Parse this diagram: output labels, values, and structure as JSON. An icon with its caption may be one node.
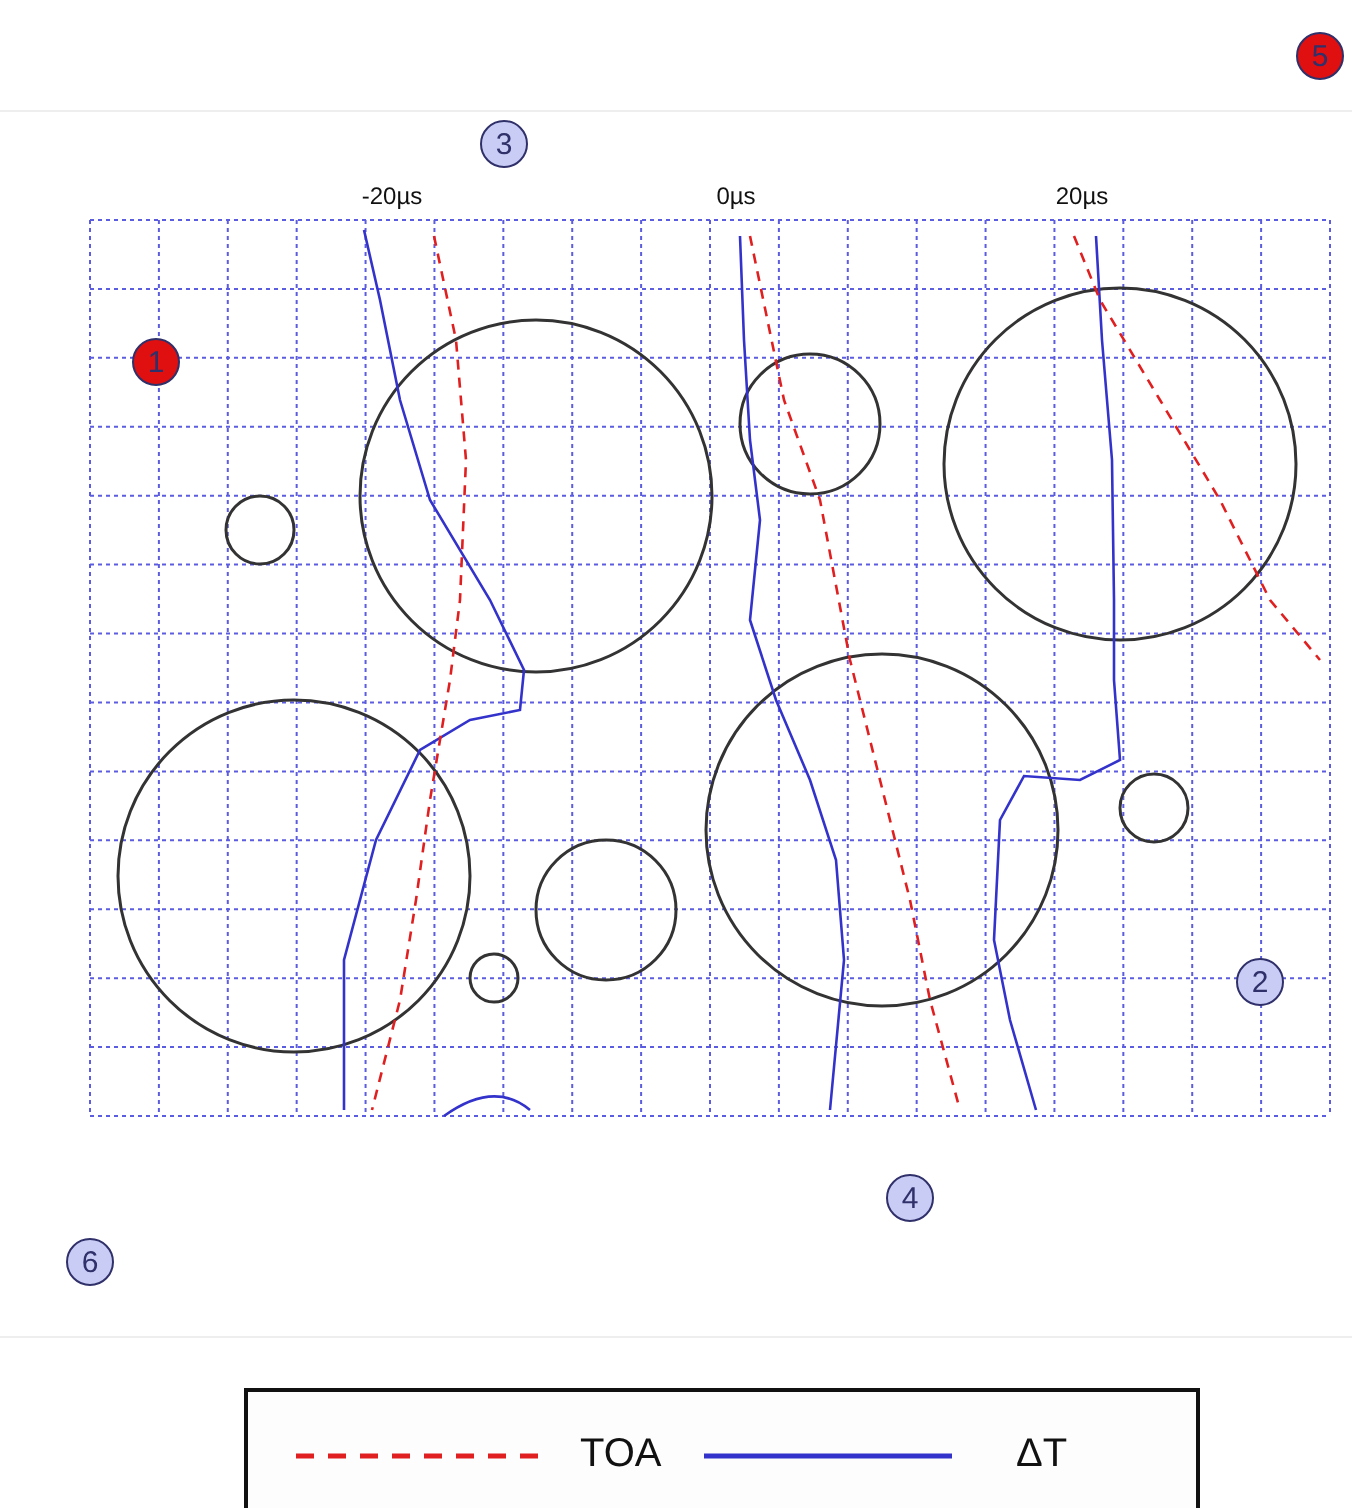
{
  "diagram": {
    "nodes": [
      {
        "text": [
          "5"
        ]
      },
      {
        "text": [
          "3"
        ]
      },
      {
        "text": [
          "1"
        ]
      },
      {
        "text": [
          "2"
        ]
      },
      {
        "text": [
          "4"
        ]
      },
      {
        "text": [
          "6"
        ]
      }
    ],
    "labels": [
      "-20µs",
      "0µs",
      "20µs"
    ],
    "legend": [
      {
        "text": "TOA"
      },
      {
        "text": "ΔT"
      }
    ]
  }
}
